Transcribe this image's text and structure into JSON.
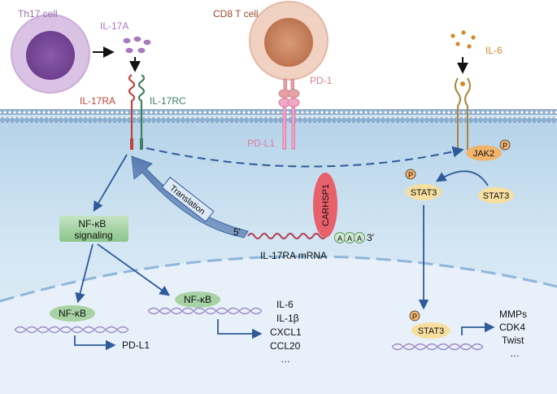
{
  "labels": {
    "th17_cell": "Th17 cell",
    "il17a": "IL-17A",
    "il17ra": "IL-17RA",
    "il17rc": "IL-17RC",
    "cd8_cell": "CD8 T cell",
    "pd1": "PD-1",
    "pdl1_membrane": "PD-L1",
    "il6_ligand": "IL-6",
    "jak2": "JAK2",
    "phospho": "P",
    "stat3_left": "STAT3",
    "stat3_right": "STAT3",
    "stat3_nucleus": "STAT3",
    "translation": "Translation",
    "carhsp1": "CARHSP1",
    "five_prime": "5'",
    "three_prime": "3'",
    "poly_a": "A",
    "mrna": "IL-17RA mRNA",
    "nfkb_signaling": "NF-κB\nsignaling",
    "nfkb_left": "NF-κB",
    "nfkb_right": "NF-κB",
    "pdl1_gene": "PD-L1",
    "cytokines": [
      "IL-6",
      "IL-1β",
      "CXCL1",
      "CCL20",
      "…"
    ],
    "stat3_targets": [
      "MMPs",
      "CDK4",
      "Twist",
      "…"
    ]
  },
  "colors": {
    "th17": "#9b6fb0",
    "il17a": "#a979c0",
    "il17ra": "#c0443a",
    "il17rc": "#3f7f62",
    "cd8": "#9a4a2e",
    "pd1": "#e6a2a6",
    "pdl1": "#e07aa4",
    "il6": "#d38a2a",
    "arrow": "#2f5b9a",
    "nfkb": "#a6d2a4",
    "stat3": "#f6dfa0",
    "carhsp1": "#e8606a",
    "mrna": "#b2394c"
  }
}
